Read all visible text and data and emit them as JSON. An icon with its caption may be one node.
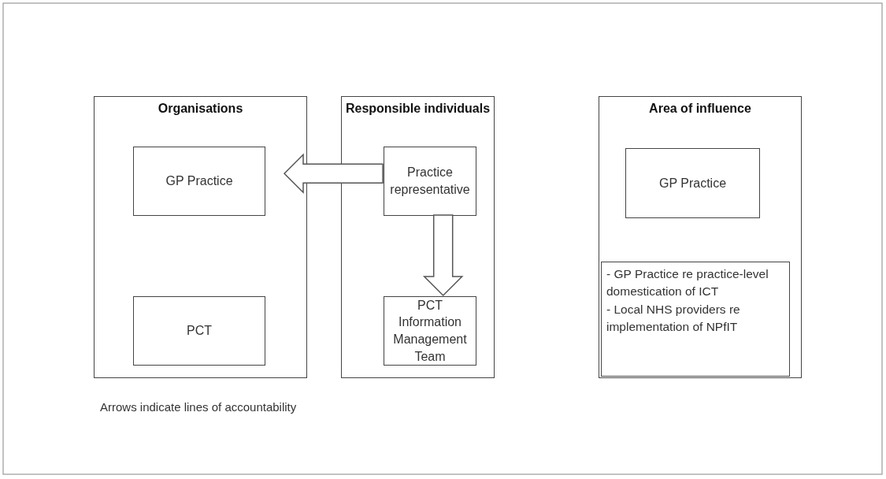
{
  "diagram": {
    "nodes": [
      {
        "text": [
          "Organisations"
        ]
      },
      {
        "text": [
          "GP Practice"
        ],
        "in": 0
      },
      {
        "text": [
          "PCT"
        ],
        "in": 0
      },
      {
        "text": [
          "Responsible individuals"
        ]
      },
      {
        "text": [
          "Practice representative"
        ],
        "in": 3
      },
      {
        "text": [
          "PCT Information Management Team"
        ],
        "in": 3
      },
      {
        "text": [
          "Area of influence"
        ]
      },
      {
        "text": [
          "GP Practice"
        ],
        "in": 6
      },
      {
        "text": [
          "- GP Practice re practice-level domestication of ICT",
          "- Local NHS providers re implementation of NPfIT"
        ],
        "in": 6
      }
    ],
    "edges": [
      {
        "from": 4,
        "to": 1,
        "arrow": "to"
      },
      {
        "from": 4,
        "to": 5,
        "arrow": "to"
      }
    ],
    "labels": [
      "Arrows indicate lines of accountability"
    ]
  }
}
